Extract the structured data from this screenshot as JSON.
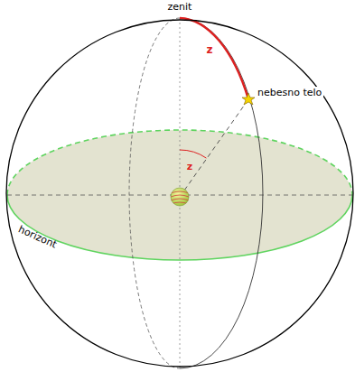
{
  "diagram": {
    "labels": [
      "zenit",
      "z",
      "nebesno telo",
      "z",
      "horizont"
    ]
  }
}
